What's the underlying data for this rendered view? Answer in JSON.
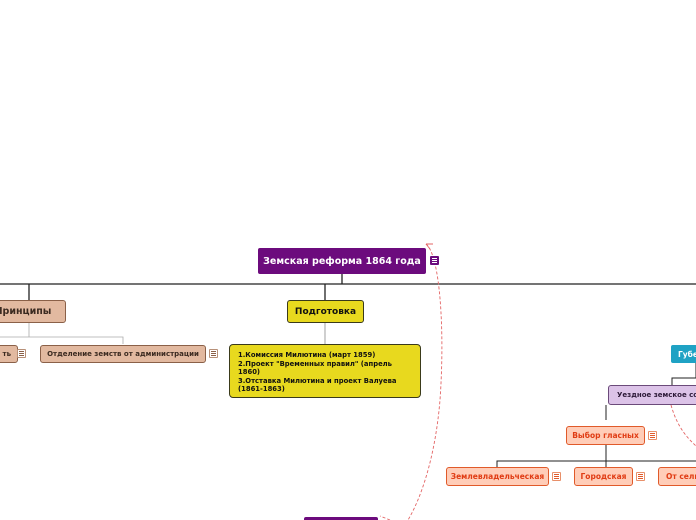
{
  "map": {
    "root": "Земская реформа 1864 года",
    "principy": "Принципы",
    "podgotovka": "Подготовка",
    "sectional": "ть",
    "otdelenie": "Отделение земств от администрации",
    "podgotovka_items": [
      "1.Комиссия Милютина (март 1859)",
      "2.Проект \"Временных правил\" (апрель",
      "1860)",
      "3.Отставка Милютина и проект Валуева",
      "(1861-1863)"
    ],
    "gubern": "Губе",
    "uezdnoe": "Уездное земское со",
    "vybor": "Выбор гласных",
    "zemlevladel": "Землевладельческая",
    "gorodskaya": "Городская",
    "ot_sel": "От сель"
  },
  "colors": {
    "root": "#6c0b7d",
    "tan": "#e2b9a0",
    "yellow": "#e8d91e",
    "teal": "#1fa2c4",
    "lavender": "#dcc3e8",
    "orange_fill": "#ffcdb8",
    "orange_text": "#e03c14"
  }
}
